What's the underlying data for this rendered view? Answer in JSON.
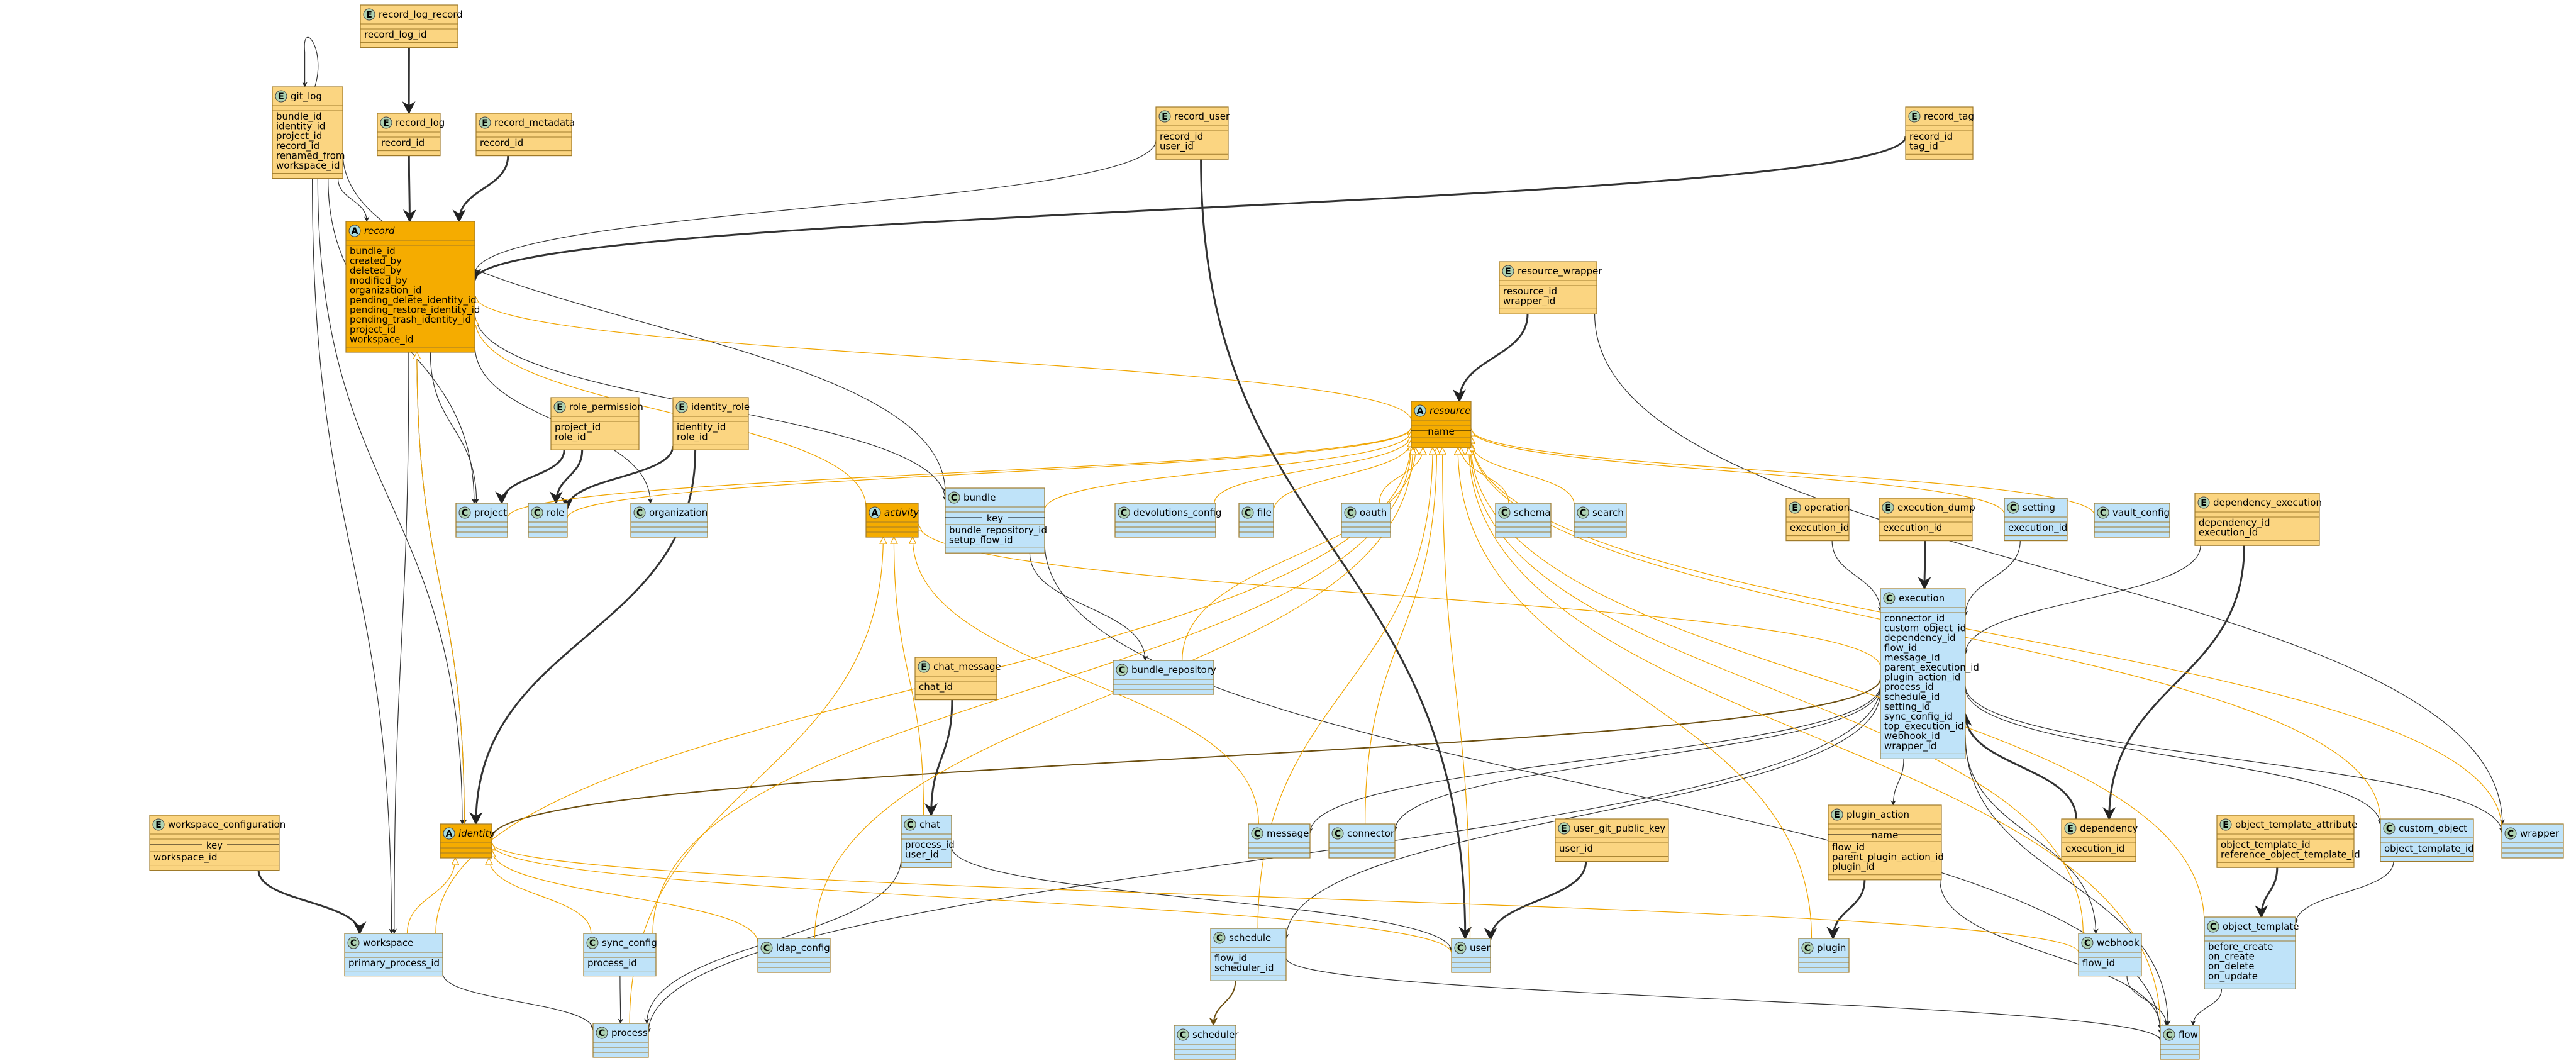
{
  "colors": {
    "entity_e": "#fbd581",
    "entity_c": "#bfe3f9",
    "entity_a": "#f5ac00",
    "border": "#9f7a2a",
    "line_dark": "#333333",
    "line_orange": "#f0a500",
    "badge_e": "#add1b2",
    "badge_c": "#add1b2",
    "badge_a": "#a9dcdf"
  },
  "entities": [
    {
      "id": "record_log_record",
      "label": "record_log_record",
      "kind": "E",
      "fields": [
        "record_log_id"
      ]
    },
    {
      "id": "git_log",
      "label": "git_log",
      "kind": "E",
      "fields": [
        "bundle_id",
        "identity_id",
        "project_id",
        "record_id",
        "renamed_from",
        "workspace_id"
      ]
    },
    {
      "id": "record_log",
      "label": "record_log",
      "kind": "E",
      "fields": [
        "record_id"
      ]
    },
    {
      "id": "record_metadata",
      "label": "record_metadata",
      "kind": "E",
      "fields": [
        "record_id"
      ]
    },
    {
      "id": "record_user",
      "label": "record_user",
      "kind": "E",
      "fields": [
        "record_id",
        "user_id"
      ]
    },
    {
      "id": "record_tag",
      "label": "record_tag",
      "kind": "E",
      "fields": [
        "record_id",
        "tag_id"
      ]
    },
    {
      "id": "record",
      "label": "record",
      "kind": "A",
      "fields": [
        "bundle_id",
        "created_by",
        "deleted_by",
        "modified_by",
        "organization_id",
        "pending_delete_identity_id",
        "pending_restore_identity_id",
        "pending_trash_identity_id",
        "project_id",
        "workspace_id"
      ]
    },
    {
      "id": "resource_wrapper",
      "label": "resource_wrapper",
      "kind": "E",
      "fields": [
        "resource_id",
        "wrapper_id"
      ]
    },
    {
      "id": "resource",
      "label": "resource",
      "kind": "A",
      "key": "name",
      "fields": []
    },
    {
      "id": "role_permission",
      "label": "role_permission",
      "kind": "E",
      "fields": [
        "project_id",
        "role_id"
      ]
    },
    {
      "id": "identity_role",
      "label": "identity_role",
      "kind": "E",
      "fields": [
        "identity_id",
        "role_id"
      ]
    },
    {
      "id": "project",
      "label": "project",
      "kind": "C",
      "fields": []
    },
    {
      "id": "role",
      "label": "role",
      "kind": "C",
      "fields": []
    },
    {
      "id": "organization",
      "label": "organization",
      "kind": "C",
      "fields": []
    },
    {
      "id": "activity",
      "label": "activity",
      "kind": "A",
      "fields": []
    },
    {
      "id": "bundle",
      "label": "bundle",
      "kind": "C",
      "key": "key",
      "fields": [
        "bundle_repository_id",
        "setup_flow_id"
      ]
    },
    {
      "id": "devolutions_config",
      "label": "devolutions_config",
      "kind": "C",
      "fields": []
    },
    {
      "id": "file",
      "label": "file",
      "kind": "C",
      "fields": []
    },
    {
      "id": "oauth",
      "label": "oauth",
      "kind": "C",
      "fields": []
    },
    {
      "id": "schema",
      "label": "schema",
      "kind": "C",
      "fields": []
    },
    {
      "id": "search",
      "label": "search",
      "kind": "C",
      "fields": []
    },
    {
      "id": "operation",
      "label": "operation",
      "kind": "E",
      "fields": [
        "execution_id"
      ]
    },
    {
      "id": "execution_dump",
      "label": "execution_dump",
      "kind": "E",
      "fields": [
        "execution_id"
      ]
    },
    {
      "id": "setting",
      "label": "setting",
      "kind": "C",
      "fields": [
        "execution_id"
      ]
    },
    {
      "id": "vault_config",
      "label": "vault_config",
      "kind": "C",
      "fields": []
    },
    {
      "id": "dependency_execution",
      "label": "dependency_execution",
      "kind": "E",
      "fields": [
        "dependency_id",
        "execution_id"
      ]
    },
    {
      "id": "execution",
      "label": "execution",
      "kind": "C",
      "fields": [
        "connector_id",
        "custom_object_id",
        "dependency_id",
        "flow_id",
        "message_id",
        "parent_execution_id",
        "plugin_action_id",
        "process_id",
        "schedule_id",
        "setting_id",
        "sync_config_id",
        "top_execution_id",
        "webhook_id",
        "wrapper_id"
      ]
    },
    {
      "id": "chat_message",
      "label": "chat_message",
      "kind": "E",
      "fields": [
        "chat_id"
      ]
    },
    {
      "id": "bundle_repository",
      "label": "bundle_repository",
      "kind": "C",
      "fields": []
    },
    {
      "id": "workspace_configuration",
      "label": "workspace_configuration",
      "kind": "E",
      "key": "key",
      "fields": [
        "workspace_id"
      ]
    },
    {
      "id": "identity",
      "label": "identity",
      "kind": "A",
      "fields": []
    },
    {
      "id": "chat",
      "label": "chat",
      "kind": "C",
      "fields": [
        "process_id",
        "user_id"
      ]
    },
    {
      "id": "message",
      "label": "message",
      "kind": "C",
      "fields": []
    },
    {
      "id": "connector",
      "label": "connector",
      "kind": "C",
      "fields": []
    },
    {
      "id": "user_git_public_key",
      "label": "user_git_public_key",
      "kind": "E",
      "fields": [
        "user_id"
      ]
    },
    {
      "id": "plugin_action",
      "label": "plugin_action",
      "kind": "E",
      "key": "name",
      "fields": [
        "flow_id",
        "parent_plugin_action_id",
        "plugin_id"
      ]
    },
    {
      "id": "dependency",
      "label": "dependency",
      "kind": "E",
      "fields": [
        "execution_id"
      ]
    },
    {
      "id": "object_template_attribute",
      "label": "object_template_attribute",
      "kind": "E",
      "fields": [
        "object_template_id",
        "reference_object_template_id"
      ]
    },
    {
      "id": "custom_object",
      "label": "custom_object",
      "kind": "C",
      "fields": [
        "object_template_id"
      ]
    },
    {
      "id": "wrapper",
      "label": "wrapper",
      "kind": "C",
      "fields": []
    },
    {
      "id": "workspace",
      "label": "workspace",
      "kind": "C",
      "fields": [
        "primary_process_id"
      ]
    },
    {
      "id": "sync_config",
      "label": "sync_config",
      "kind": "C",
      "fields": [
        "process_id"
      ]
    },
    {
      "id": "ldap_config",
      "label": "ldap_config",
      "kind": "C",
      "fields": []
    },
    {
      "id": "schedule",
      "label": "schedule",
      "kind": "C",
      "fields": [
        "flow_id",
        "scheduler_id"
      ]
    },
    {
      "id": "user",
      "label": "user",
      "kind": "C",
      "fields": []
    },
    {
      "id": "plugin",
      "label": "plugin",
      "kind": "C",
      "fields": []
    },
    {
      "id": "webhook",
      "label": "webhook",
      "kind": "C",
      "fields": [
        "flow_id"
      ]
    },
    {
      "id": "object_template",
      "label": "object_template",
      "kind": "C",
      "fields": [
        "before_create",
        "on_create",
        "on_delete",
        "on_update"
      ]
    },
    {
      "id": "process",
      "label": "process",
      "kind": "C",
      "fields": []
    },
    {
      "id": "scheduler",
      "label": "scheduler",
      "kind": "C",
      "fields": []
    },
    {
      "id": "flow",
      "label": "flow",
      "kind": "C",
      "fields": []
    }
  ],
  "relations": [
    {
      "from": "record_log_record",
      "to": "record_log",
      "style": "thick"
    },
    {
      "from": "git_log",
      "to": "git_log",
      "style": "self"
    },
    {
      "from": "record_log",
      "to": "record",
      "style": "thick"
    },
    {
      "from": "record_metadata",
      "to": "record",
      "style": "thick"
    },
    {
      "from": "record_user",
      "to": "record",
      "style": "thin"
    },
    {
      "from": "record_user",
      "to": "user",
      "style": "thick"
    },
    {
      "from": "record_tag",
      "to": "record",
      "style": "thick"
    },
    {
      "from": "git_log",
      "to": "record",
      "style": "thin"
    },
    {
      "from": "git_log",
      "to": "bundle",
      "style": "thin"
    },
    {
      "from": "git_log",
      "to": "identity",
      "style": "thin"
    },
    {
      "from": "git_log",
      "to": "project",
      "style": "thin"
    },
    {
      "from": "git_log",
      "to": "workspace",
      "style": "thin"
    },
    {
      "from": "record",
      "to": "bundle",
      "style": "thin"
    },
    {
      "from": "record",
      "to": "identity",
      "style": "thin"
    },
    {
      "from": "record",
      "to": "organization",
      "style": "thin"
    },
    {
      "from": "record",
      "to": "project",
      "style": "thin"
    },
    {
      "from": "record",
      "to": "workspace",
      "style": "thin"
    },
    {
      "from": "resource_wrapper",
      "to": "resource",
      "style": "thick"
    },
    {
      "from": "resource_wrapper",
      "to": "wrapper",
      "style": "thin"
    },
    {
      "from": "role_permission",
      "to": "project",
      "style": "thick"
    },
    {
      "from": "role_permission",
      "to": "role",
      "style": "thick"
    },
    {
      "from": "identity_role",
      "to": "identity",
      "style": "thick"
    },
    {
      "from": "identity_role",
      "to": "role",
      "style": "thick"
    },
    {
      "from": "bundle",
      "to": "bundle_repository",
      "style": "thin"
    },
    {
      "from": "bundle",
      "to": "flow",
      "style": "thin"
    },
    {
      "from": "operation",
      "to": "execution",
      "style": "thin"
    },
    {
      "from": "execution_dump",
      "to": "execution",
      "style": "thick"
    },
    {
      "from": "setting",
      "to": "execution",
      "style": "thin"
    },
    {
      "from": "dependency_execution",
      "to": "dependency",
      "style": "thick"
    },
    {
      "from": "dependency_execution",
      "to": "execution",
      "style": "thin"
    },
    {
      "from": "execution",
      "to": "message",
      "style": "thin"
    },
    {
      "from": "execution",
      "to": "connector",
      "style": "thin"
    },
    {
      "from": "execution",
      "to": "process",
      "style": "thin"
    },
    {
      "from": "execution",
      "to": "schedule",
      "style": "thin"
    },
    {
      "from": "execution",
      "to": "plugin_action",
      "style": "thin"
    },
    {
      "from": "execution",
      "to": "custom_object",
      "style": "thin"
    },
    {
      "from": "execution",
      "to": "webhook",
      "style": "thin"
    },
    {
      "from": "execution",
      "to": "wrapper",
      "style": "thin"
    },
    {
      "from": "execution",
      "to": "flow",
      "style": "thin"
    },
    {
      "from": "execution",
      "to": "identity",
      "style": "brown"
    },
    {
      "from": "chat_message",
      "to": "chat",
      "style": "thick"
    },
    {
      "from": "workspace_configuration",
      "to": "workspace",
      "style": "thick"
    },
    {
      "from": "chat",
      "to": "process",
      "style": "thin"
    },
    {
      "from": "chat",
      "to": "user",
      "style": "thin"
    },
    {
      "from": "user_git_public_key",
      "to": "user",
      "style": "thick"
    },
    {
      "from": "plugin_action",
      "to": "plugin",
      "style": "thick"
    },
    {
      "from": "plugin_action",
      "to": "flow",
      "style": "thin"
    },
    {
      "from": "dependency",
      "to": "execution",
      "style": "thick"
    },
    {
      "from": "object_template_attribute",
      "to": "object_template",
      "style": "thick"
    },
    {
      "from": "custom_object",
      "to": "object_template",
      "style": "thin"
    },
    {
      "from": "workspace",
      "to": "process",
      "style": "thin"
    },
    {
      "from": "sync_config",
      "to": "process",
      "style": "thin"
    },
    {
      "from": "schedule",
      "to": "flow",
      "style": "thin"
    },
    {
      "from": "schedule",
      "to": "scheduler",
      "style": "brown"
    },
    {
      "from": "webhook",
      "to": "flow",
      "style": "thin"
    },
    {
      "from": "object_template",
      "to": "flow",
      "style": "thin"
    },
    {
      "from": "resource",
      "to": "record",
      "style": "inherit"
    },
    {
      "from": "identity",
      "to": "record",
      "style": "inherit"
    },
    {
      "from": "activity",
      "to": "record",
      "style": "inherit"
    },
    {
      "from": "project",
      "to": "resource",
      "style": "inherit"
    },
    {
      "from": "role",
      "to": "resource",
      "style": "inherit"
    },
    {
      "from": "bundle",
      "to": "resource",
      "style": "inherit"
    },
    {
      "from": "devolutions_config",
      "to": "resource",
      "style": "inherit"
    },
    {
      "from": "file",
      "to": "resource",
      "style": "inherit"
    },
    {
      "from": "oauth",
      "to": "resource",
      "style": "inherit"
    },
    {
      "from": "schema",
      "to": "resource",
      "style": "inherit"
    },
    {
      "from": "search",
      "to": "resource",
      "style": "inherit"
    },
    {
      "from": "setting",
      "to": "resource",
      "style": "inherit"
    },
    {
      "from": "vault_config",
      "to": "resource",
      "style": "inherit"
    },
    {
      "from": "bundle_repository",
      "to": "resource",
      "style": "inherit"
    },
    {
      "from": "connector",
      "to": "resource",
      "style": "inherit"
    },
    {
      "from": "schedule",
      "to": "resource",
      "style": "inherit"
    },
    {
      "from": "sync_config",
      "to": "resource",
      "style": "inherit"
    },
    {
      "from": "ldap_config",
      "to": "resource",
      "style": "inherit"
    },
    {
      "from": "user",
      "to": "resource",
      "style": "inherit"
    },
    {
      "from": "plugin",
      "to": "resource",
      "style": "inherit"
    },
    {
      "from": "webhook",
      "to": "resource",
      "style": "inherit"
    },
    {
      "from": "custom_object",
      "to": "resource",
      "style": "inherit"
    },
    {
      "from": "wrapper",
      "to": "resource",
      "style": "inherit"
    },
    {
      "from": "object_template",
      "to": "resource",
      "style": "inherit"
    },
    {
      "from": "flow",
      "to": "resource",
      "style": "inherit"
    },
    {
      "from": "workspace",
      "to": "resource",
      "style": "inherit"
    },
    {
      "from": "chat",
      "to": "activity",
      "style": "inherit"
    },
    {
      "from": "message",
      "to": "activity",
      "style": "inherit"
    },
    {
      "from": "execution",
      "to": "activity",
      "style": "inherit"
    },
    {
      "from": "process",
      "to": "activity",
      "style": "inherit"
    },
    {
      "from": "workspace",
      "to": "identity",
      "style": "inherit"
    },
    {
      "from": "sync_config",
      "to": "identity",
      "style": "inherit"
    },
    {
      "from": "ldap_config",
      "to": "identity",
      "style": "inherit"
    },
    {
      "from": "user",
      "to": "identity",
      "style": "inherit"
    },
    {
      "from": "webhook",
      "to": "identity",
      "style": "inherit"
    }
  ]
}
